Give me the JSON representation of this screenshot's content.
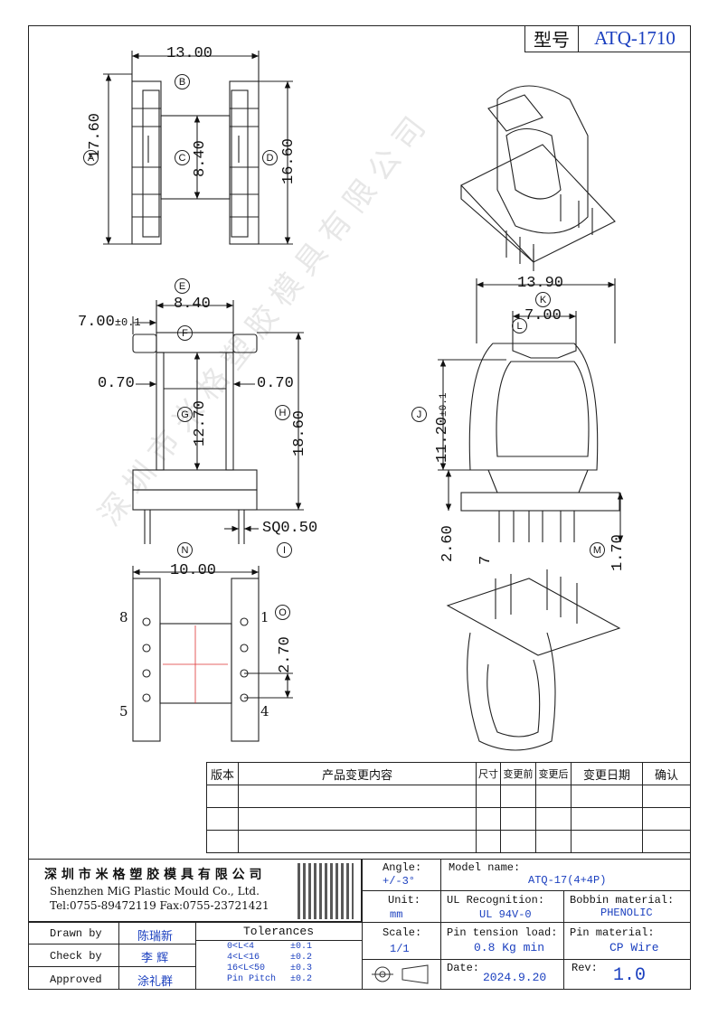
{
  "model_label": "型号",
  "model_value": "ATQ-1710",
  "dimensions": {
    "top_width": "13.00",
    "left_height": "17.60",
    "inner_height": "8.40",
    "right_height": "16.60",
    "front_width": "8.40",
    "flange_width": "7.00",
    "flange_tol": "±0.1",
    "wall_left": "0.70",
    "wall_right": "0.70",
    "core_len": "12.70",
    "total_h": "18.60",
    "pin_sq": "SQ0.50",
    "side_width": "13.90",
    "slot_width": "7.00",
    "window_h": "11.20",
    "window_tol": "±0.1",
    "pin_h": "2.60",
    "pin_len": "7",
    "pin_tip": "1.70",
    "bottom_width": "10.00",
    "pin_pitch": "2.70"
  },
  "markers": [
    "A",
    "B",
    "C",
    "D",
    "E",
    "F",
    "G",
    "H",
    "I",
    "J",
    "K",
    "L",
    "M",
    "N",
    "O"
  ],
  "pins": {
    "p8": "8",
    "p1": "1",
    "p5": "5",
    "p4": "4"
  },
  "watermark": "深圳市米格塑胶模具有限公司",
  "change_table": {
    "headers": [
      "版本",
      "产品变更内容",
      "尺寸",
      "变更前",
      "变更后",
      "变更日期",
      "确认"
    ]
  },
  "company": {
    "name_cn": "深 圳 市 米 格 塑 胶 模 具 有 限 公 司",
    "name_en": "Shenzhen MiG Plastic Mould Co., Ltd.",
    "contact": "Tel:0755-89472119   Fax:0755-23721421"
  },
  "title_block": {
    "angle_label": "Angle:",
    "angle_value": "+/-3°",
    "unit_label": "Unit:",
    "unit_value": "mm",
    "scale_label": "Scale:",
    "scale_value": "1/1",
    "model_name_label": "Model name:",
    "model_name_value": "ATQ-17(4+4P)",
    "ul_label": "UL Recognition:",
    "ul_value": "UL 94V-0",
    "bobbin_label": "Bobbin material:",
    "bobbin_value": "PHENOLIC",
    "tension_label": "Pin tension load:",
    "tension_value": "0.8 Kg min",
    "pinmat_label": "Pin material:",
    "pinmat_value": "CP Wire",
    "date_label": "Date:",
    "date_value": "2024.9.20",
    "rev_label": "Rev:",
    "rev_value": "1.0",
    "drawn_label": "Drawn by",
    "drawn_value": "陈瑞新",
    "check_label": "Check by",
    "check_value": "李 辉",
    "approved_label": "Approved",
    "approved_value": "涂礼群",
    "tol_title": "Tolerances",
    "tol_rows": [
      {
        "range": "0<L<4",
        "tol": "±0.1"
      },
      {
        "range": "4<L<16",
        "tol": "±0.2"
      },
      {
        "range": "16<L<50",
        "tol": "±0.3"
      },
      {
        "range": "Pin Pitch",
        "tol": "±0.2"
      }
    ]
  }
}
